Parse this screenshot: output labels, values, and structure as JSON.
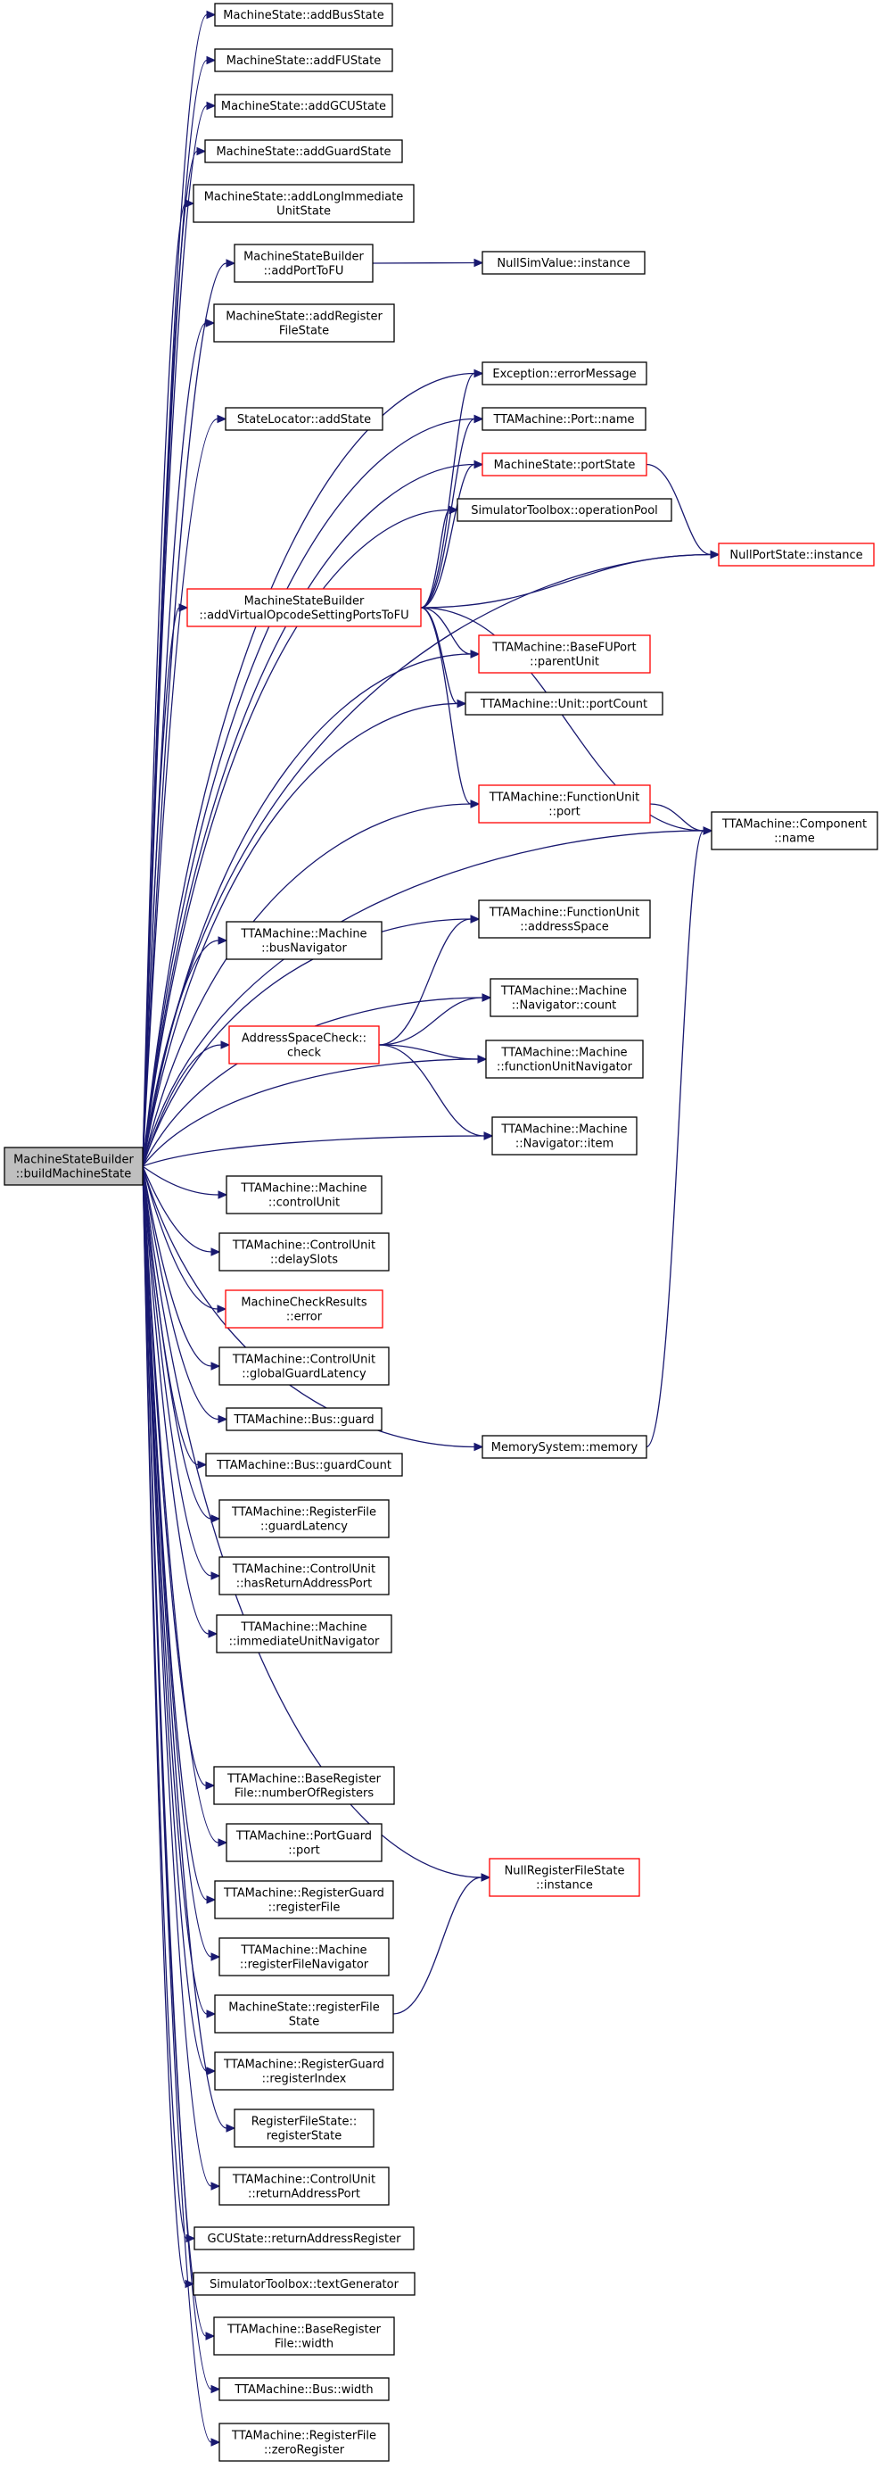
{
  "root": {
    "lines": [
      "MachineStateBuilder",
      "::buildMachineState"
    ]
  },
  "nodes": [
    {
      "id": "addBusState",
      "lines": [
        "MachineState::addBusState"
      ],
      "red": false
    },
    {
      "id": "addFUState",
      "lines": [
        "MachineState::addFUState"
      ],
      "red": false
    },
    {
      "id": "addGCUState",
      "lines": [
        "MachineState::addGCUState"
      ],
      "red": false
    },
    {
      "id": "addGuardState",
      "lines": [
        "MachineState::addGuardState"
      ],
      "red": false
    },
    {
      "id": "addLongImm",
      "lines": [
        "MachineState::addLongImmediate",
        "UnitState"
      ],
      "red": false
    },
    {
      "id": "addPortToFU",
      "lines": [
        "MachineStateBuilder",
        "::addPortToFU"
      ],
      "red": false
    },
    {
      "id": "nullSimValue",
      "lines": [
        "NullSimValue::instance"
      ],
      "red": false
    },
    {
      "id": "addRegFileState",
      "lines": [
        "MachineState::addRegister",
        "FileState"
      ],
      "red": false
    },
    {
      "id": "errorMessage",
      "lines": [
        "Exception::errorMessage"
      ],
      "red": false
    },
    {
      "id": "stateLocator",
      "lines": [
        "StateLocator::addState"
      ],
      "red": false
    },
    {
      "id": "portName",
      "lines": [
        "TTAMachine::Port::name"
      ],
      "red": false
    },
    {
      "id": "portState",
      "lines": [
        "MachineState::portState"
      ],
      "red": true
    },
    {
      "id": "operationPool",
      "lines": [
        "SimulatorToolbox::operationPool"
      ],
      "red": false
    },
    {
      "id": "nullPortState",
      "lines": [
        "NullPortState::instance"
      ],
      "red": true
    },
    {
      "id": "addVirtual",
      "lines": [
        "MachineStateBuilder",
        "::addVirtualOpcodeSettingPortsToFU"
      ],
      "red": true
    },
    {
      "id": "parentUnit",
      "lines": [
        "TTAMachine::BaseFUPort",
        "::parentUnit"
      ],
      "red": true
    },
    {
      "id": "portCount",
      "lines": [
        "TTAMachine::Unit::portCount"
      ],
      "red": false
    },
    {
      "id": "fuPort",
      "lines": [
        "TTAMachine::FunctionUnit",
        "::port"
      ],
      "red": true
    },
    {
      "id": "componentName",
      "lines": [
        "TTAMachine::Component",
        "::name"
      ],
      "red": false
    },
    {
      "id": "addressSpace",
      "lines": [
        "TTAMachine::FunctionUnit",
        "::addressSpace"
      ],
      "red": false
    },
    {
      "id": "busNavigator",
      "lines": [
        "TTAMachine::Machine",
        "::busNavigator"
      ],
      "red": false
    },
    {
      "id": "navCount",
      "lines": [
        "TTAMachine::Machine",
        "::Navigator::count"
      ],
      "red": false
    },
    {
      "id": "asCheck",
      "lines": [
        "AddressSpaceCheck::",
        "check"
      ],
      "red": true
    },
    {
      "id": "fuNavigator",
      "lines": [
        "TTAMachine::Machine",
        "::functionUnitNavigator"
      ],
      "red": false
    },
    {
      "id": "navItem",
      "lines": [
        "TTAMachine::Machine",
        "::Navigator::item"
      ],
      "red": false
    },
    {
      "id": "controlUnit",
      "lines": [
        "TTAMachine::Machine",
        "::controlUnit"
      ],
      "red": false
    },
    {
      "id": "delaySlots",
      "lines": [
        "TTAMachine::ControlUnit",
        "::delaySlots"
      ],
      "red": false
    },
    {
      "id": "mcrError",
      "lines": [
        "MachineCheckResults",
        "::error"
      ],
      "red": true
    },
    {
      "id": "globalGuardLatency",
      "lines": [
        "TTAMachine::ControlUnit",
        "::globalGuardLatency"
      ],
      "red": false
    },
    {
      "id": "busGuard",
      "lines": [
        "TTAMachine::Bus::guard"
      ],
      "red": false
    },
    {
      "id": "guardCount",
      "lines": [
        "TTAMachine::Bus::guardCount"
      ],
      "red": false
    },
    {
      "id": "memory",
      "lines": [
        "MemorySystem::memory"
      ],
      "red": false
    },
    {
      "id": "rfGuardLatency",
      "lines": [
        "TTAMachine::RegisterFile",
        "::guardLatency"
      ],
      "red": false
    },
    {
      "id": "hasRAPort",
      "lines": [
        "TTAMachine::ControlUnit",
        "::hasReturnAddressPort"
      ],
      "red": false
    },
    {
      "id": "immNavigator",
      "lines": [
        "TTAMachine::Machine",
        "::immediateUnitNavigator"
      ],
      "red": false
    },
    {
      "id": "numberOfRegisters",
      "lines": [
        "TTAMachine::BaseRegister",
        "File::numberOfRegisters"
      ],
      "red": false
    },
    {
      "id": "portGuardPort",
      "lines": [
        "TTAMachine::PortGuard",
        "::port"
      ],
      "red": false
    },
    {
      "id": "nullRFState",
      "lines": [
        "NullRegisterFileState",
        "::instance"
      ],
      "red": true
    },
    {
      "id": "regGuardRF",
      "lines": [
        "TTAMachine::RegisterGuard",
        "::registerFile"
      ],
      "red": false
    },
    {
      "id": "rfNavigator",
      "lines": [
        "TTAMachine::Machine",
        "::registerFileNavigator"
      ],
      "red": false
    },
    {
      "id": "registerFileState",
      "lines": [
        "MachineState::registerFile",
        "State"
      ],
      "red": false
    },
    {
      "id": "registerIndex",
      "lines": [
        "TTAMachine::RegisterGuard",
        "::registerIndex"
      ],
      "red": false
    },
    {
      "id": "registerState",
      "lines": [
        "RegisterFileState::",
        "registerState"
      ],
      "red": false
    },
    {
      "id": "returnAddressPort",
      "lines": [
        "TTAMachine::ControlUnit",
        "::returnAddressPort"
      ],
      "red": false
    },
    {
      "id": "returnAddressRegister",
      "lines": [
        "GCUState::returnAddressRegister"
      ],
      "red": false
    },
    {
      "id": "textGenerator",
      "lines": [
        "SimulatorToolbox::textGenerator"
      ],
      "red": false
    },
    {
      "id": "brfWidth",
      "lines": [
        "TTAMachine::BaseRegister",
        "File::width"
      ],
      "red": false
    },
    {
      "id": "busWidth",
      "lines": [
        "TTAMachine::Bus::width"
      ],
      "red": false
    },
    {
      "id": "zeroRegister",
      "lines": [
        "TTAMachine::RegisterFile",
        "::zeroRegister"
      ],
      "red": false
    }
  ],
  "edges": [
    [
      "root",
      "addBusState"
    ],
    [
      "root",
      "addFUState"
    ],
    [
      "root",
      "addGCUState"
    ],
    [
      "root",
      "addGuardState"
    ],
    [
      "root",
      "addLongImm"
    ],
    [
      "root",
      "addPortToFU"
    ],
    [
      "root",
      "addRegFileState"
    ],
    [
      "root",
      "errorMessage"
    ],
    [
      "root",
      "stateLocator"
    ],
    [
      "root",
      "portName"
    ],
    [
      "root",
      "portState"
    ],
    [
      "root",
      "operationPool"
    ],
    [
      "root",
      "addVirtual"
    ],
    [
      "root",
      "parentUnit"
    ],
    [
      "root",
      "portCount"
    ],
    [
      "root",
      "nullPortState"
    ],
    [
      "root",
      "fuPort"
    ],
    [
      "root",
      "componentName"
    ],
    [
      "root",
      "addressSpace"
    ],
    [
      "root",
      "busNavigator"
    ],
    [
      "root",
      "navCount"
    ],
    [
      "root",
      "asCheck"
    ],
    [
      "root",
      "fuNavigator"
    ],
    [
      "root",
      "navItem"
    ],
    [
      "root",
      "controlUnit"
    ],
    [
      "root",
      "delaySlots"
    ],
    [
      "root",
      "mcrError"
    ],
    [
      "root",
      "globalGuardLatency"
    ],
    [
      "root",
      "busGuard"
    ],
    [
      "root",
      "guardCount"
    ],
    [
      "root",
      "rfGuardLatency"
    ],
    [
      "root",
      "hasRAPort"
    ],
    [
      "root",
      "immNavigator"
    ],
    [
      "root",
      "memory"
    ],
    [
      "root",
      "numberOfRegisters"
    ],
    [
      "root",
      "nullRFState"
    ],
    [
      "root",
      "portGuardPort"
    ],
    [
      "root",
      "regGuardRF"
    ],
    [
      "root",
      "rfNavigator"
    ],
    [
      "root",
      "registerFileState"
    ],
    [
      "root",
      "registerIndex"
    ],
    [
      "root",
      "registerState"
    ],
    [
      "root",
      "returnAddressPort"
    ],
    [
      "root",
      "returnAddressRegister"
    ],
    [
      "root",
      "textGenerator"
    ],
    [
      "root",
      "brfWidth"
    ],
    [
      "root",
      "busWidth"
    ],
    [
      "root",
      "zeroRegister"
    ],
    [
      "addPortToFU",
      "nullSimValue"
    ],
    [
      "addVirtual",
      "errorMessage"
    ],
    [
      "addVirtual",
      "portName"
    ],
    [
      "addVirtual",
      "portState"
    ],
    [
      "addVirtual",
      "operationPool"
    ],
    [
      "addVirtual",
      "nullPortState"
    ],
    [
      "addVirtual",
      "parentUnit"
    ],
    [
      "addVirtual",
      "portCount"
    ],
    [
      "addVirtual",
      "fuPort"
    ],
    [
      "addVirtual",
      "componentName"
    ],
    [
      "portState",
      "nullPortState"
    ],
    [
      "fuPort",
      "componentName"
    ],
    [
      "asCheck",
      "addressSpace"
    ],
    [
      "asCheck",
      "navCount"
    ],
    [
      "asCheck",
      "fuNavigator"
    ],
    [
      "asCheck",
      "navItem"
    ],
    [
      "memory",
      "componentName"
    ],
    [
      "registerFileState",
      "nullRFState"
    ]
  ]
}
